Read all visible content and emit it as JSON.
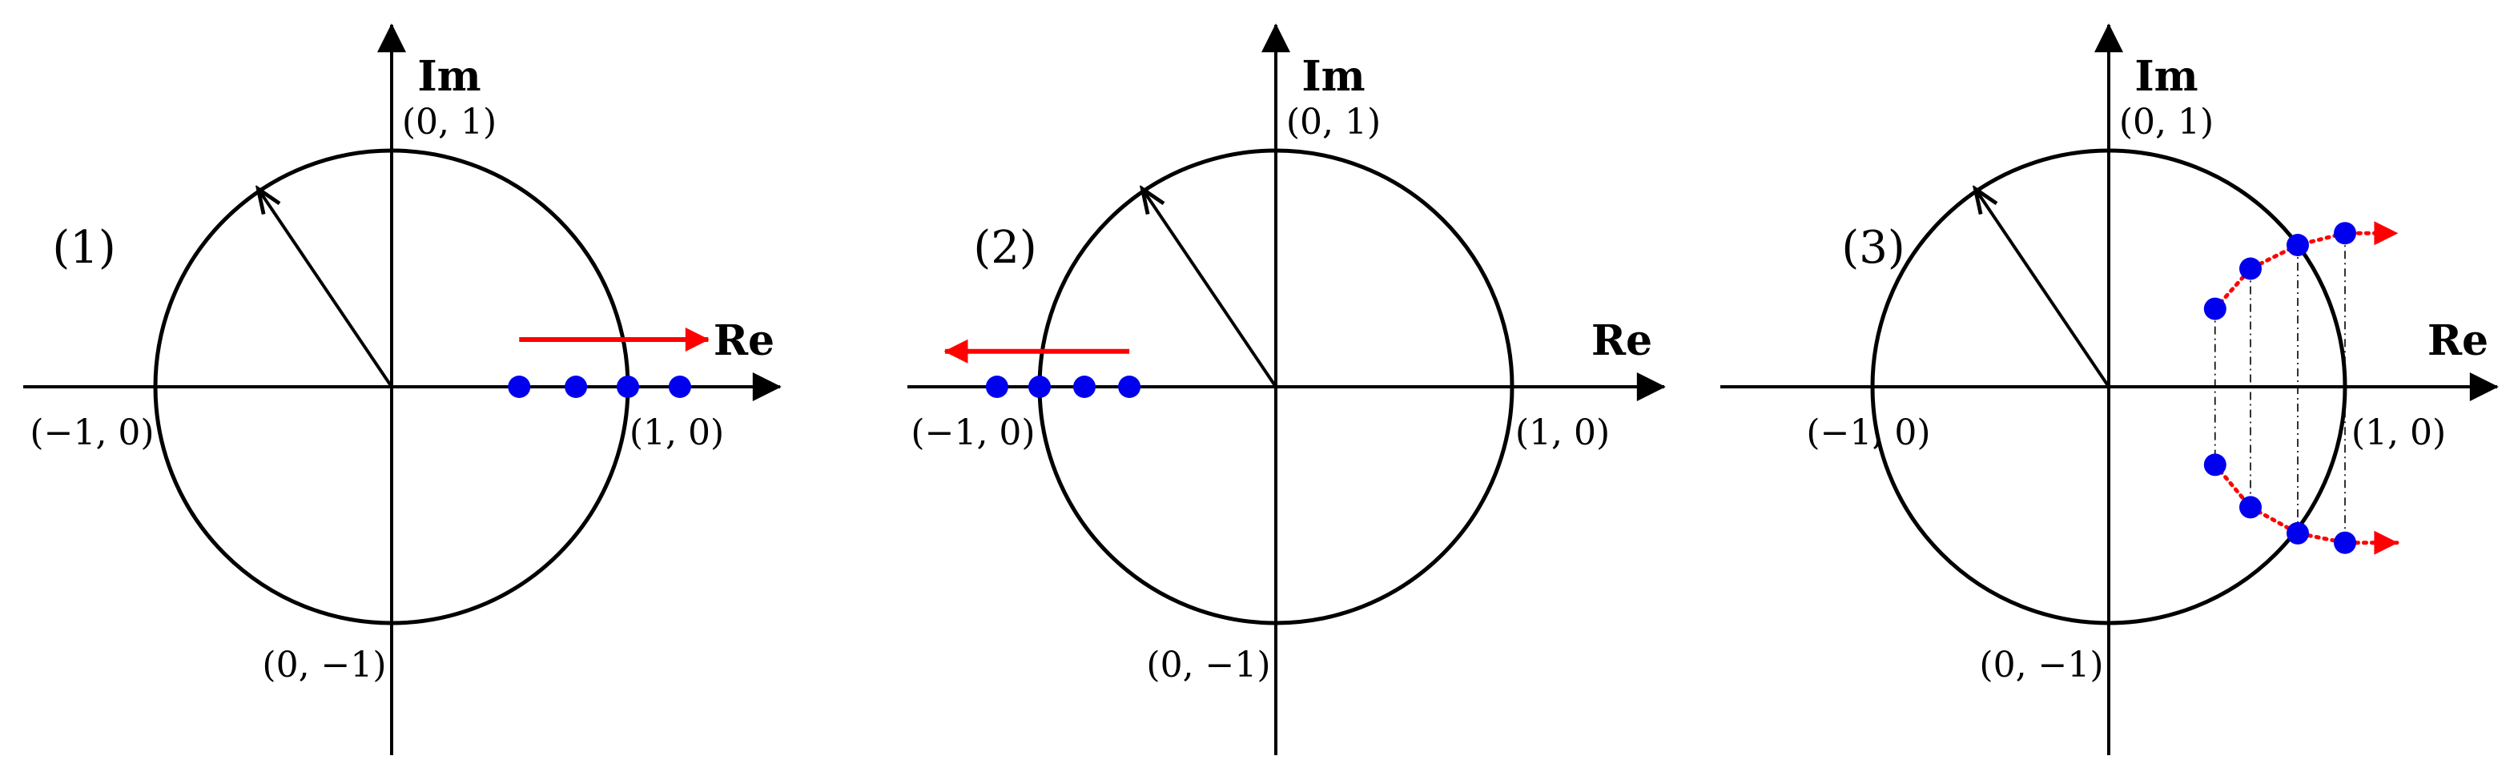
{
  "colors": {
    "ink": "#000000",
    "arrow": "#ff0000",
    "point": "#0000ee",
    "trail": "#ff0000"
  },
  "panels": [
    {
      "label": "(1)",
      "re_label": "Re",
      "im_label": "Im",
      "coords": {
        "pos_re": "(1, 0)",
        "neg_re": "(−1, 0)",
        "pos_im": "(0, 1)",
        "neg_im": "(0, −1)"
      },
      "radius_vector": {
        "angle_deg": 124
      },
      "points": [
        [
          0.54,
          0
        ],
        [
          0.78,
          0
        ],
        [
          1.0,
          0
        ],
        [
          1.22,
          0
        ]
      ],
      "motion_arrow": {
        "from": [
          0.54,
          0.2
        ],
        "to": [
          1.34,
          0.2
        ],
        "direction": "right"
      }
    },
    {
      "label": "(2)",
      "re_label": "Re",
      "im_label": "Im",
      "coords": {
        "pos_re": "(1, 0)",
        "neg_re": "(−1, 0)",
        "pos_im": "(0, 1)",
        "neg_im": "(0, −1)"
      },
      "radius_vector": {
        "angle_deg": 124
      },
      "points": [
        [
          -1.18,
          0
        ],
        [
          -1.0,
          0
        ],
        [
          -0.81,
          0
        ],
        [
          -0.62,
          0
        ]
      ],
      "motion_arrow": {
        "from": [
          -0.62,
          0.15
        ],
        "to": [
          -1.4,
          0.15
        ],
        "direction": "left"
      }
    },
    {
      "label": "(3)",
      "re_label": "Re",
      "im_label": "Im",
      "coords": {
        "pos_re": "(1, 0)",
        "neg_re": "(−1, 0)",
        "pos_im": "(0, 1)",
        "neg_im": "(0, −1)"
      },
      "radius_vector": {
        "angle_deg": 124
      },
      "points": [
        [
          0.45,
          0.33
        ],
        [
          0.6,
          0.5
        ],
        [
          0.8,
          0.6
        ],
        [
          1.0,
          0.65
        ],
        [
          0.45,
          -0.33
        ],
        [
          0.6,
          -0.51
        ],
        [
          0.8,
          -0.62
        ],
        [
          1.0,
          -0.66
        ]
      ],
      "trail_upper": [
        [
          0.45,
          0.33
        ],
        [
          0.6,
          0.5
        ],
        [
          0.8,
          0.6
        ],
        [
          1.0,
          0.65
        ],
        [
          1.22,
          0.65
        ]
      ],
      "trail_lower": [
        [
          0.45,
          -0.33
        ],
        [
          0.6,
          -0.51
        ],
        [
          0.8,
          -0.62
        ],
        [
          1.0,
          -0.66
        ],
        [
          1.22,
          -0.66
        ]
      ],
      "dropdown_lines": [
        0.45,
        0.6,
        0.8,
        1.0
      ]
    }
  ]
}
